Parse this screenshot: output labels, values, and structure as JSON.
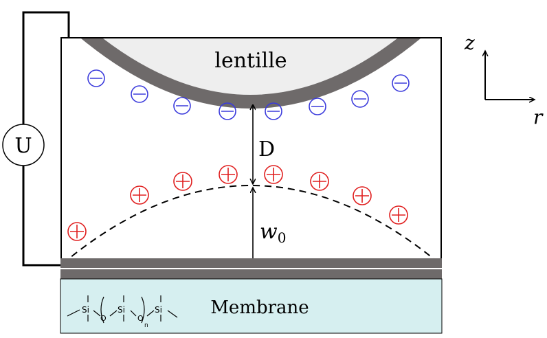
{
  "labels": {
    "lens": "lentille",
    "voltage": "U",
    "gap": "D",
    "deflection_base": "w",
    "deflection_sub": "0",
    "membrane": "Membrane",
    "axis_z": "z",
    "axis_r": "r"
  },
  "chemistry": {
    "si": "Si",
    "o": "O",
    "n": "n"
  },
  "charges": {
    "negative_symbol": "minus",
    "positive_symbol": "plus",
    "negative_count": 8,
    "positive_count": 8
  },
  "colors": {
    "negative": "#3b3bdc",
    "positive": "#e01e1e",
    "electrode": "#6e6a6a",
    "lens_fill": "#eeeeee",
    "membrane_fill": "#d6eff0",
    "line": "#000000"
  }
}
